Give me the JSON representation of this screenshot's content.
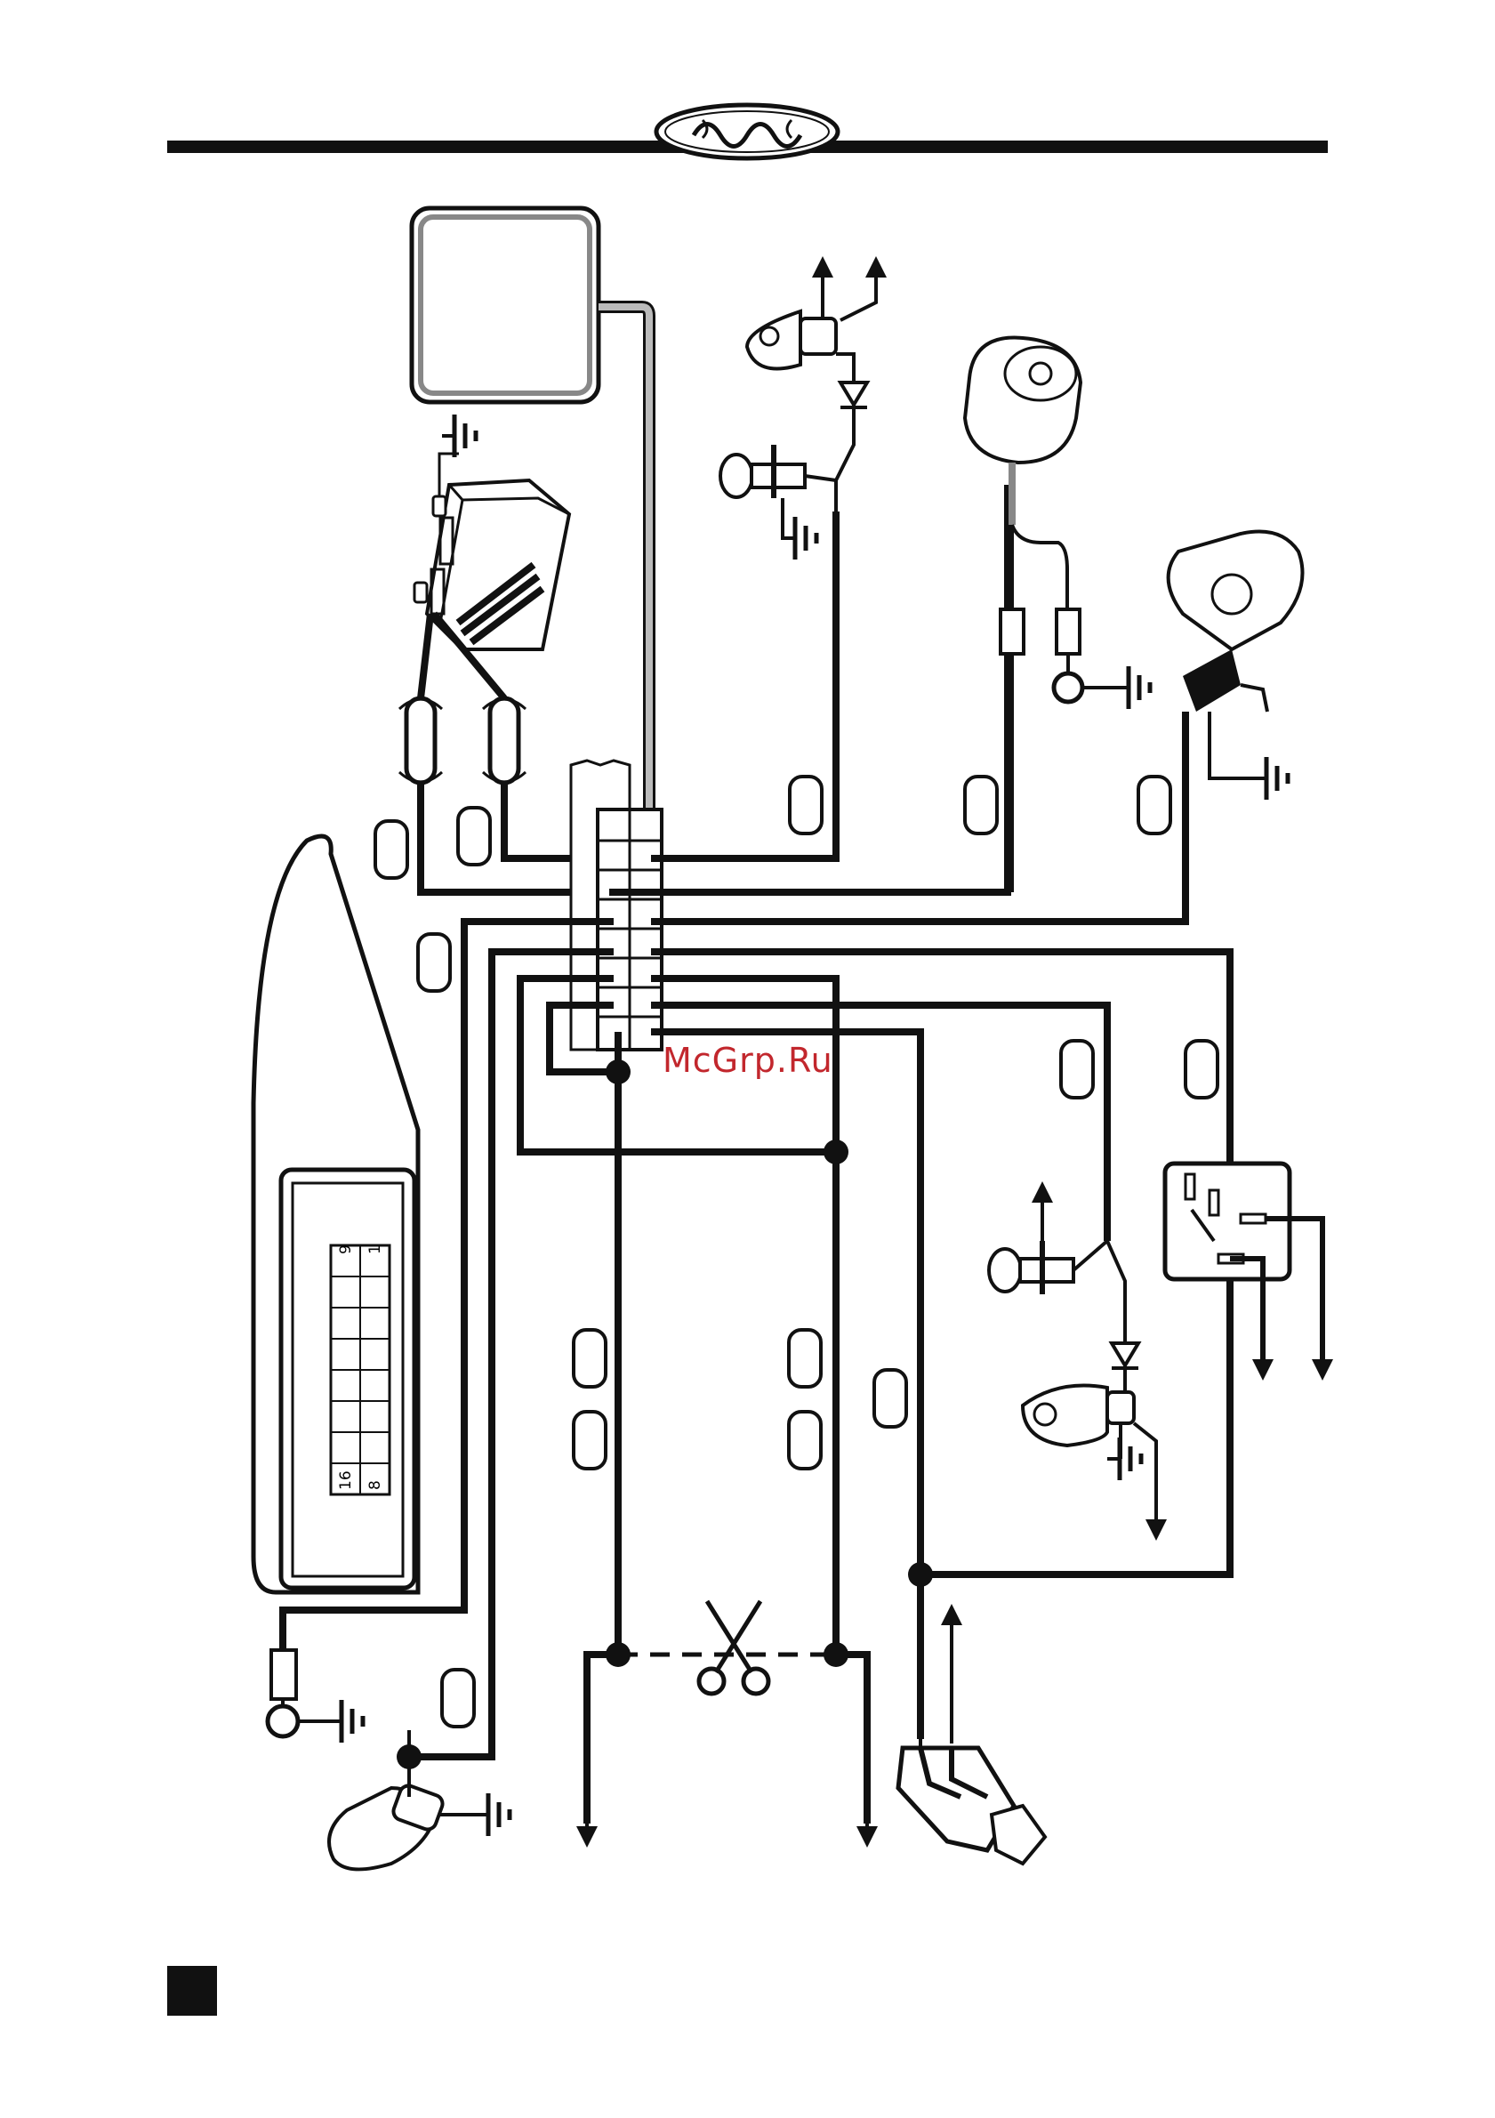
{
  "watermark": "McGrp.Ru",
  "obd_connector": {
    "pin_top_left": "9",
    "pin_top_right": "1",
    "pin_bottom_left": "16",
    "pin_bottom_right": "8"
  },
  "colors": {
    "ink": "#111111",
    "wire": "#111111",
    "antenna_wire": "#bbbbbb",
    "watermark": "#c2272d",
    "background": "#ffffff"
  },
  "icons": [
    "header-ornament-icon",
    "gps-antenna-icon",
    "control-module-icon",
    "bulb-icon",
    "diode-icon",
    "pin-switch-icon",
    "siren-icon",
    "buzzer-icon",
    "relay-icon",
    "ignition-key-icon",
    "scissors-icon",
    "ground-icon",
    "arrow-icon",
    "obd-connector-icon",
    "fuse-icon"
  ]
}
